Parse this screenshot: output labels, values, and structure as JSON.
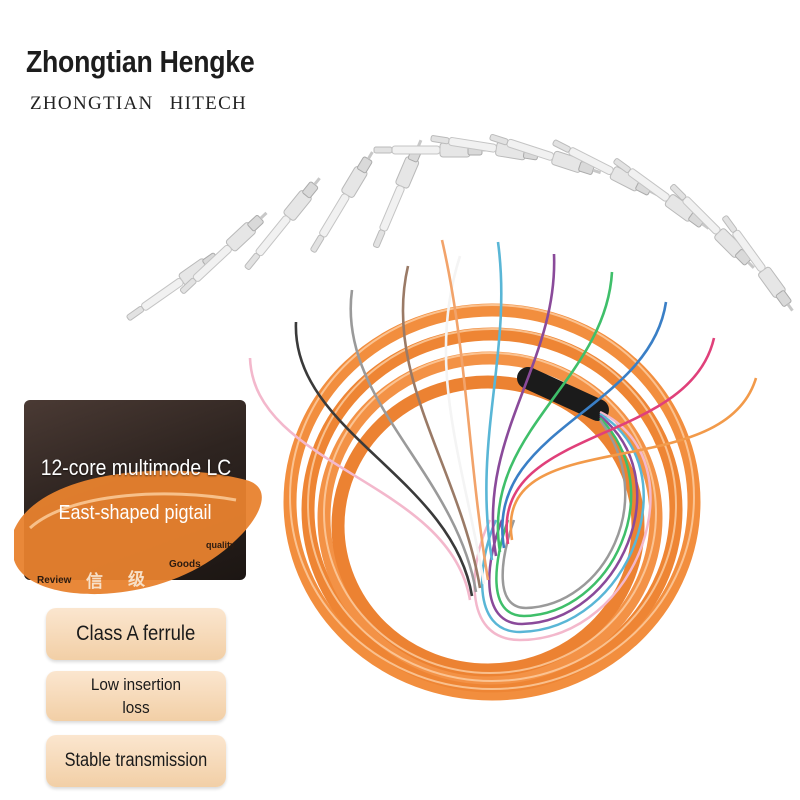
{
  "brand": {
    "name": "Zhongtian Hengke",
    "name_en_caps": "ZHONGTIAN  HITECH"
  },
  "banner": {
    "title": "12-core multimode LC",
    "subtitle": "East-shaped pigtail",
    "tags": {
      "quality": "quality",
      "goods": "Goods",
      "review": "Review",
      "cn1": "信",
      "cn2": "级"
    }
  },
  "features": [
    {
      "label": "Class A ferrule"
    },
    {
      "label": "Low insertion loss"
    },
    {
      "label": "Stable transmission"
    }
  ],
  "product_image": {
    "icon": "fiber-optic-pigtail-bundle",
    "jacket_color": "#f28c3a",
    "fiber_colors": [
      "#f3b8cc",
      "#3a3a3a",
      "#9a9a9a",
      "#9a7a66",
      "#f4f4f4",
      "#f2a36a",
      "#59b6d6",
      "#8a4a9a",
      "#3fbf6a",
      "#3a7fc6",
      "#e0407a",
      "#f29a4a"
    ]
  }
}
